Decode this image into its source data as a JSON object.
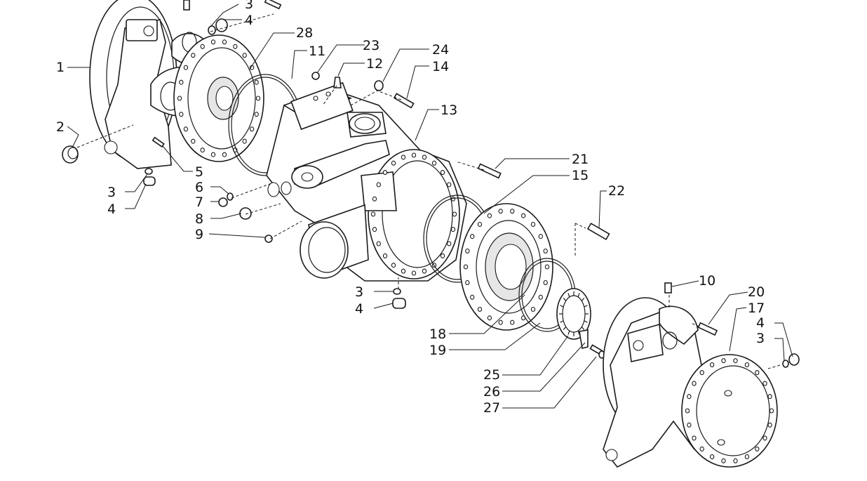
{
  "callouts": [
    {
      "label": "1"
    },
    {
      "label": "2"
    },
    {
      "label": "3"
    },
    {
      "label": "4"
    },
    {
      "label": "5"
    },
    {
      "label": "6"
    },
    {
      "label": "7"
    },
    {
      "label": "8"
    },
    {
      "label": "9"
    },
    {
      "label": "10"
    },
    {
      "label": "11"
    },
    {
      "label": "12"
    },
    {
      "label": "13"
    },
    {
      "label": "14"
    },
    {
      "label": "15"
    },
    {
      "label": "17"
    },
    {
      "label": "18"
    },
    {
      "label": "19"
    },
    {
      "label": "20"
    },
    {
      "label": "21"
    },
    {
      "label": "22"
    },
    {
      "label": "23"
    },
    {
      "label": "24"
    },
    {
      "label": "25"
    },
    {
      "label": "26"
    },
    {
      "label": "27"
    },
    {
      "label": "28"
    }
  ],
  "repeat_labels": {
    "three": "3",
    "four": "4"
  }
}
